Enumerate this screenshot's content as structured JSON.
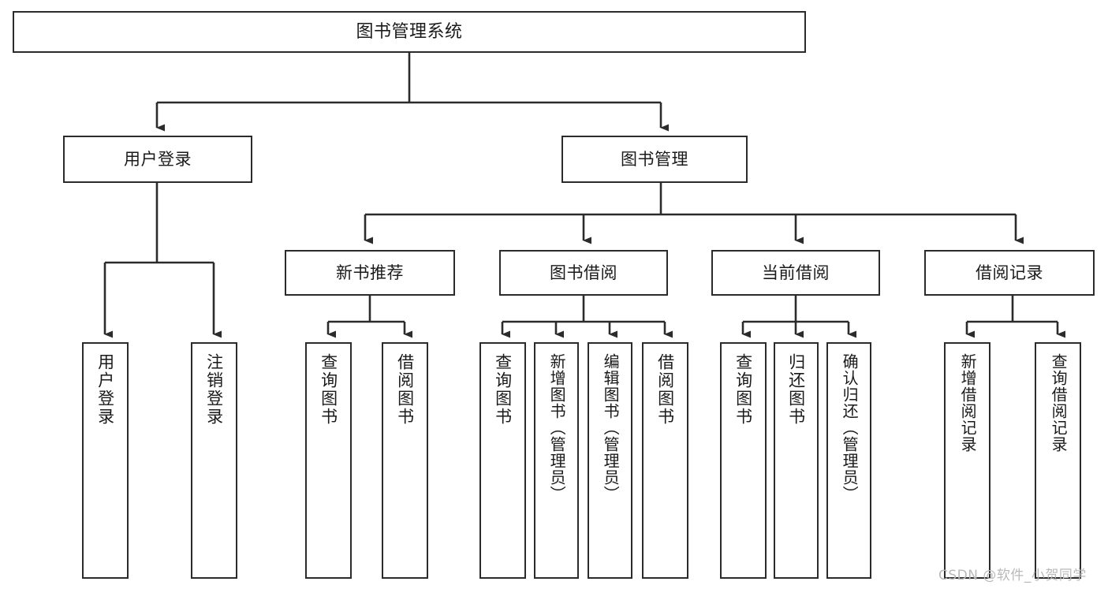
{
  "diagram": {
    "type": "tree-structure-chart",
    "title_node": {
      "id": "root",
      "label": "图书管理系统"
    },
    "level1": [
      {
        "id": "user-login",
        "label": "用户登录"
      },
      {
        "id": "book-manage",
        "label": "图书管理"
      }
    ],
    "level2": [
      {
        "id": "new-book-recommend",
        "label": "新书推荐",
        "parent": "book-manage"
      },
      {
        "id": "book-borrow",
        "label": "图书借阅",
        "parent": "book-manage"
      },
      {
        "id": "current-borrow",
        "label": "当前借阅",
        "parent": "book-manage"
      },
      {
        "id": "borrow-record",
        "label": "借阅记录",
        "parent": "book-manage"
      }
    ],
    "leaves": [
      {
        "id": "leaf-user-login",
        "label": "用户登录",
        "parent": "user-login"
      },
      {
        "id": "leaf-logout-login",
        "label": "注销登录",
        "parent": "user-login"
      },
      {
        "id": "leaf-query-book-1",
        "label": "查询图书",
        "parent": "new-book-recommend"
      },
      {
        "id": "leaf-borrow-book-1",
        "label": "借阅图书",
        "parent": "new-book-recommend"
      },
      {
        "id": "leaf-query-book-2",
        "label": "查询图书",
        "parent": "book-borrow"
      },
      {
        "id": "leaf-add-book",
        "label": "新增图书（管理员）",
        "parent": "book-borrow"
      },
      {
        "id": "leaf-edit-book",
        "label": "编辑图书（管理员）",
        "parent": "book-borrow"
      },
      {
        "id": "leaf-borrow-book-2",
        "label": "借阅图书",
        "parent": "book-borrow"
      },
      {
        "id": "leaf-query-book-3",
        "label": "查询图书",
        "parent": "current-borrow"
      },
      {
        "id": "leaf-return-book",
        "label": "归还图书",
        "parent": "current-borrow"
      },
      {
        "id": "leaf-confirm-return",
        "label": "确认归还（管理员）",
        "parent": "current-borrow"
      },
      {
        "id": "leaf-add-record",
        "label": "新增借阅记录",
        "parent": "borrow-record"
      },
      {
        "id": "leaf-query-record",
        "label": "查询借阅记录",
        "parent": "borrow-record"
      }
    ],
    "colors": {
      "stroke": "#2b2b2b",
      "fill": "#ffffff",
      "text": "#1a1a1a",
      "watermark": "#b9b9b9"
    }
  },
  "watermark": {
    "text": "CSDN @软件_小贺同学"
  }
}
